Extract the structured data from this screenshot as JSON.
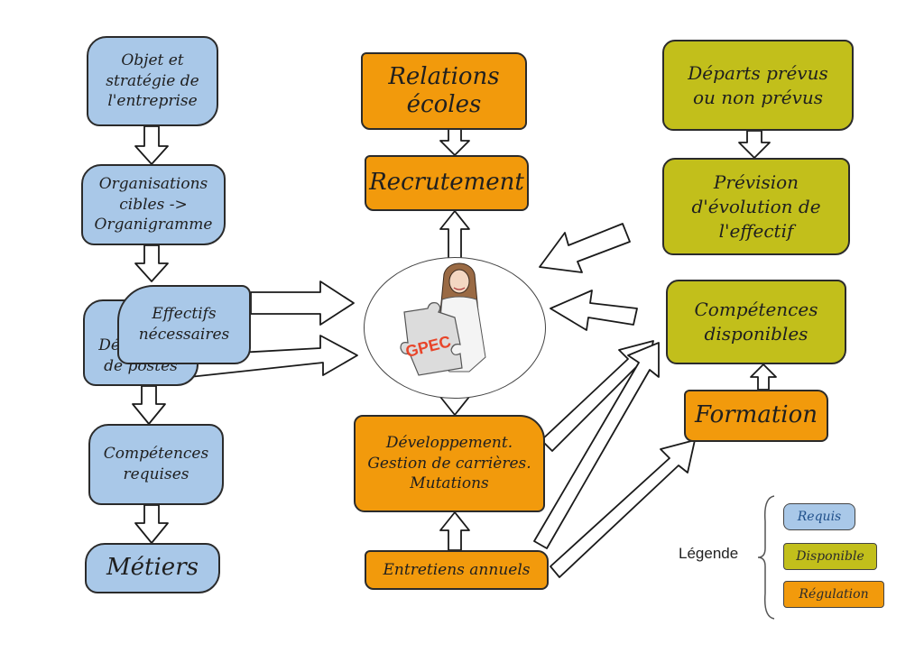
{
  "left_column": {
    "objet": [
      "Objet et",
      "stratégie de",
      "l'entreprise"
    ],
    "organisations": [
      "Organisations",
      "cibles ->",
      "Organigramme"
    ],
    "effectifs": [
      "Effectifs",
      "nécessaires"
    ],
    "definitions": [
      "Définitions",
      "de postes"
    ],
    "competences_requises": [
      "Compétences",
      "requises"
    ],
    "metiers": "Métiers"
  },
  "middle_column": {
    "relations": [
      "Relations",
      "écoles"
    ],
    "recrutement": "Recrutement",
    "center_label": "GPEC",
    "developpement": [
      "Développement.",
      "Gestion de carrières.",
      "Mutations"
    ],
    "entretiens": "Entretiens annuels"
  },
  "right_column": {
    "departs": [
      "Départs prévus",
      "ou non prévus"
    ],
    "prevision": [
      "Prévision",
      "d'évolution de",
      "l'effectif"
    ],
    "competences_disponibles": [
      "Compétences",
      "disponibles"
    ],
    "formation": "Formation"
  },
  "legend": {
    "title": "Légende",
    "items": [
      {
        "label": "Requis",
        "color": "#a9c8e8"
      },
      {
        "label": "Disponible",
        "color": "#c2bf1b"
      },
      {
        "label": "Régulation",
        "color": "#f29a0c"
      }
    ]
  },
  "colors": {
    "requis": "#a9c8e8",
    "disponible": "#c2bf1b",
    "regulation": "#f29a0c"
  }
}
